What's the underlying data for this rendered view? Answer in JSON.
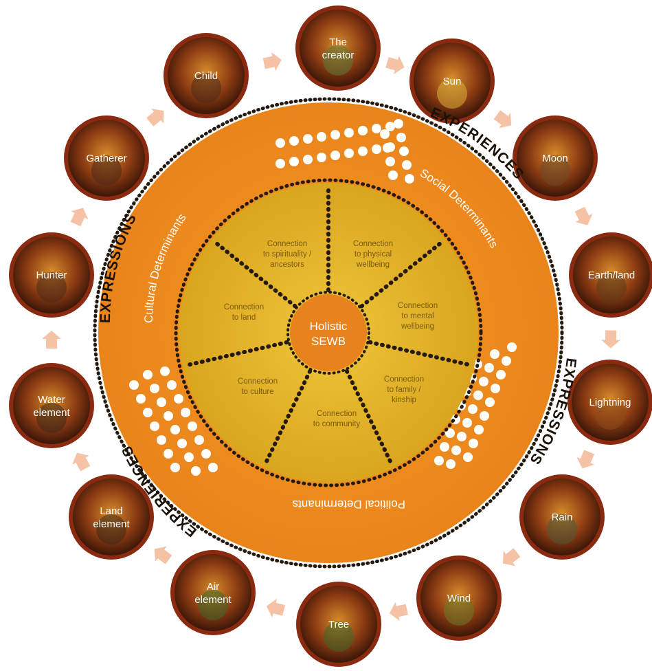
{
  "center": {
    "line1": "Holistic",
    "line2": "SEWB"
  },
  "segments": [
    {
      "lines": [
        "Connection",
        "to spirituality /",
        "ancestors"
      ]
    },
    {
      "lines": [
        "Connection",
        "to physical",
        "wellbeing"
      ]
    },
    {
      "lines": [
        "Connection",
        "to mental",
        "wellbeing"
      ]
    },
    {
      "lines": [
        "Connection",
        "to family /",
        "kinship"
      ]
    },
    {
      "lines": [
        "Connection",
        "to community"
      ]
    },
    {
      "lines": [
        "Connection",
        "to culture"
      ]
    },
    {
      "lines": [
        "Connection",
        "to land"
      ]
    }
  ],
  "determinants": {
    "cultural": "Cultural Determinants",
    "social": "Social Determinants",
    "political": "Political Determinants"
  },
  "outer_labels": {
    "expressions_top_left": "EXPRESSIONS",
    "experiences_top_right": "EXPERIENCES",
    "expressions_right": "EXPRESSIONS",
    "experiences_bottom_left": "EXPERIENCES"
  },
  "nodes": [
    {
      "lines": [
        "The",
        "creator"
      ],
      "color": "#5b7a3a"
    },
    {
      "lines": [
        "Sun"
      ],
      "color": "#d8b13a"
    },
    {
      "lines": [
        "Moon"
      ],
      "color": "#6b4a2a"
    },
    {
      "lines": [
        "Earth/land"
      ],
      "color": "#5a3a1a"
    },
    {
      "lines": [
        "Lightning"
      ],
      "color": "#8a4a1a"
    },
    {
      "lines": [
        "Rain"
      ],
      "color": "#4a5a3a"
    },
    {
      "lines": [
        "Wind"
      ],
      "color": "#6a7a2a"
    },
    {
      "lines": [
        "Tree"
      ],
      "color": "#3a6a2a"
    },
    {
      "lines": [
        "Air",
        "element"
      ],
      "color": "#3a6a2a"
    },
    {
      "lines": [
        "Land",
        "element"
      ],
      "color": "#3a2a1a"
    },
    {
      "lines": [
        "Water",
        "element"
      ],
      "color": "#3a2a1a"
    },
    {
      "lines": [
        "Hunter"
      ],
      "color": "#4a2a1a"
    },
    {
      "lines": [
        "Gatherer"
      ],
      "color": "#4a2a1a"
    },
    {
      "lines": [
        "Child"
      ],
      "color": "#4a2a1a"
    }
  ],
  "colors": {
    "outer_ring": "#f08c1c",
    "inner_disc": "#e0b020",
    "center_disc": "#e8821c",
    "node_rim": "#8a2a10",
    "arrow": "#f6c2a6",
    "dots": "#241a10"
  }
}
